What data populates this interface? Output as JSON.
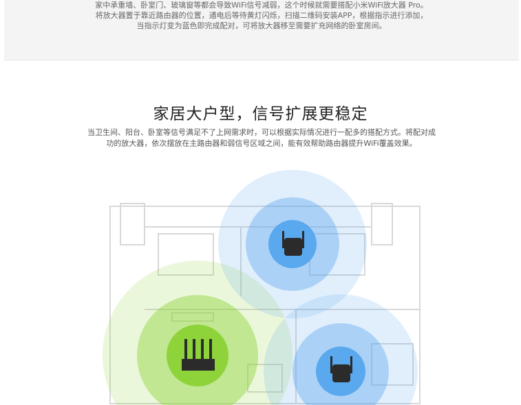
{
  "intro": {
    "lines": [
      "家中承重墙、卧室门、玻璃窗等都会导致WiFi信号减弱，这个时候就需要搭配小米WiFi放大器 Pro。",
      "将放大器置于靠近路由器的位置，通电后等待黄灯闪烁，扫描二维码安装APP，根据指示进行添加，",
      "当指示灯变为蓝色即完成配对，可将放大器移至需要扩充网络的卧室房间。"
    ]
  },
  "section": {
    "title": "家居大户型，信号扩展更稳定",
    "description": "当卫生间、阳台、卧室等信号满足不了上网需求时，可以根据实际情况进行一配多的搭配方式。将配对成功的放大器，依次摆放在主路由器和弱信号区域之间，能有效帮助路由器提升WiFi覆盖效果。"
  },
  "colors": {
    "blue": "#5aa8ee",
    "green": "#8ed33a",
    "device": "#2b2b2b"
  }
}
